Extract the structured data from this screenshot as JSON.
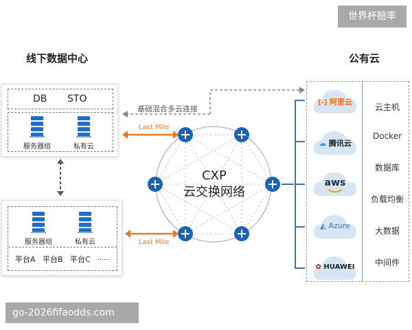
{
  "watermark_top": "世界杯赔率",
  "watermark_bottom": "go-2026fifaodds.com",
  "offline_dc": {
    "title": "线下数据中心",
    "dc1": {
      "db_label": "DB",
      "sto_label": "STO",
      "server_group": "服务器组",
      "private_cloud": "私有云"
    },
    "dc2": {
      "server_group": "服务器组",
      "private_cloud": "私有云",
      "platforms": [
        "平台A",
        "平台B",
        "平台C",
        "……"
      ]
    }
  },
  "network": {
    "name_en": "CXP",
    "name_cn": "云交换网络",
    "last_mile_top": "Last Mile",
    "last_mile_bottom": "Last Mile",
    "hybrid_label": "基础混合多云连接"
  },
  "public_cloud": {
    "title": "公有云",
    "providers": [
      {
        "name": "阿里云",
        "color": "#ff6a00"
      },
      {
        "name": "腾讯云",
        "color": "#1a6bd1"
      },
      {
        "name": "aws",
        "color": "#232f3e"
      },
      {
        "name": "Azure",
        "color": "#2a7ac9"
      },
      {
        "name": "HUAWEI",
        "color": "#cf0a2c"
      }
    ],
    "services": [
      "云主机",
      "Docker",
      "数据库",
      "负载均衡",
      "大数据",
      "中间件"
    ]
  },
  "colors": {
    "node": "#1a63b5",
    "last_mile": "#e07b26",
    "cloud_bg": "#d6e6f5",
    "server": "#1f6fc5"
  }
}
